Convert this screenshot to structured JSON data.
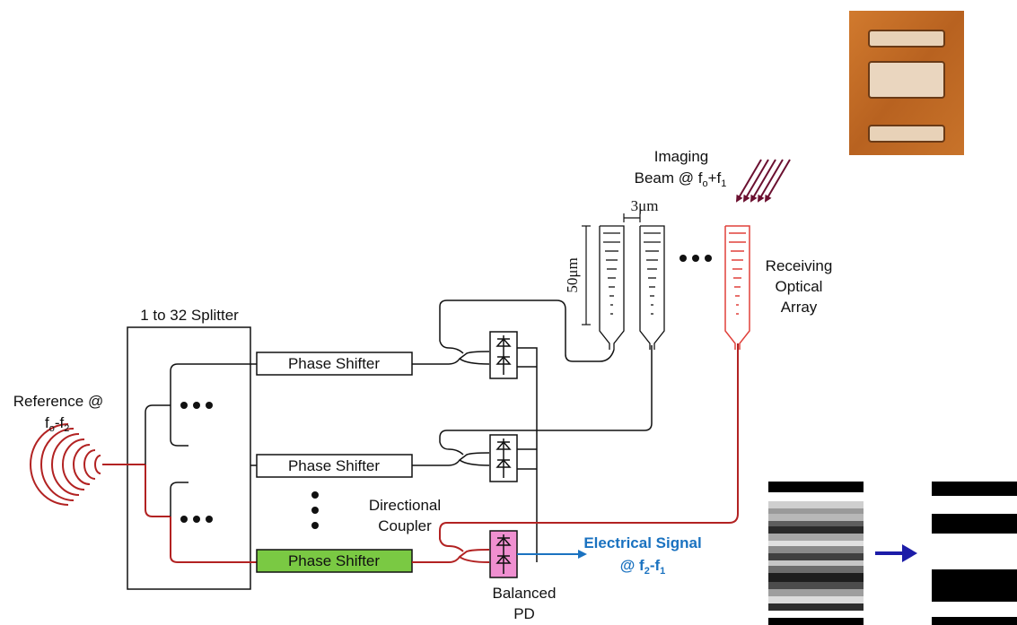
{
  "labels": {
    "splitter": "1 to 32 Splitter",
    "reference_line1": "Reference @",
    "reference_base": "f",
    "reference_sub1": "o",
    "reference_mid": "-f",
    "reference_sub2": "2",
    "phase_shifter": "Phase Shifter",
    "directional_coupler_line1": "Directional",
    "directional_coupler_line2": "Coupler",
    "balanced_pd_line1": "Balanced",
    "balanced_pd_line2": "PD",
    "electrical_signal_line1": "Electrical Signal",
    "electrical_signal_prefix": "@ f",
    "electrical_signal_sub1": "2",
    "electrical_signal_mid": "-f",
    "electrical_signal_sub2": "1",
    "imaging_line1": "Imaging",
    "imaging_prefix": "Beam @ f",
    "imaging_sub1": "o",
    "imaging_mid": "+f",
    "imaging_sub2": "1",
    "dim_width": "3μm",
    "dim_height": "50μm",
    "receiving_line1": "Receiving",
    "receiving_line2": "Optical",
    "receiving_line3": "Array"
  },
  "colors": {
    "optical_red": "#b22222",
    "array_red": "#e0403a",
    "beam_maroon": "#6b1030",
    "signal_blue": "#1a72c0",
    "arrow_navy": "#1c1ca8",
    "phase_shifter_green": "#7ac943",
    "pd_pink": "#ef8fd0",
    "chip_orange": "#c06a22",
    "chip_pad": "#ead6bf"
  },
  "icons": [
    "emitter-icon",
    "photodiode-icon",
    "arrow-icon",
    "beam-arrows-icon"
  ]
}
